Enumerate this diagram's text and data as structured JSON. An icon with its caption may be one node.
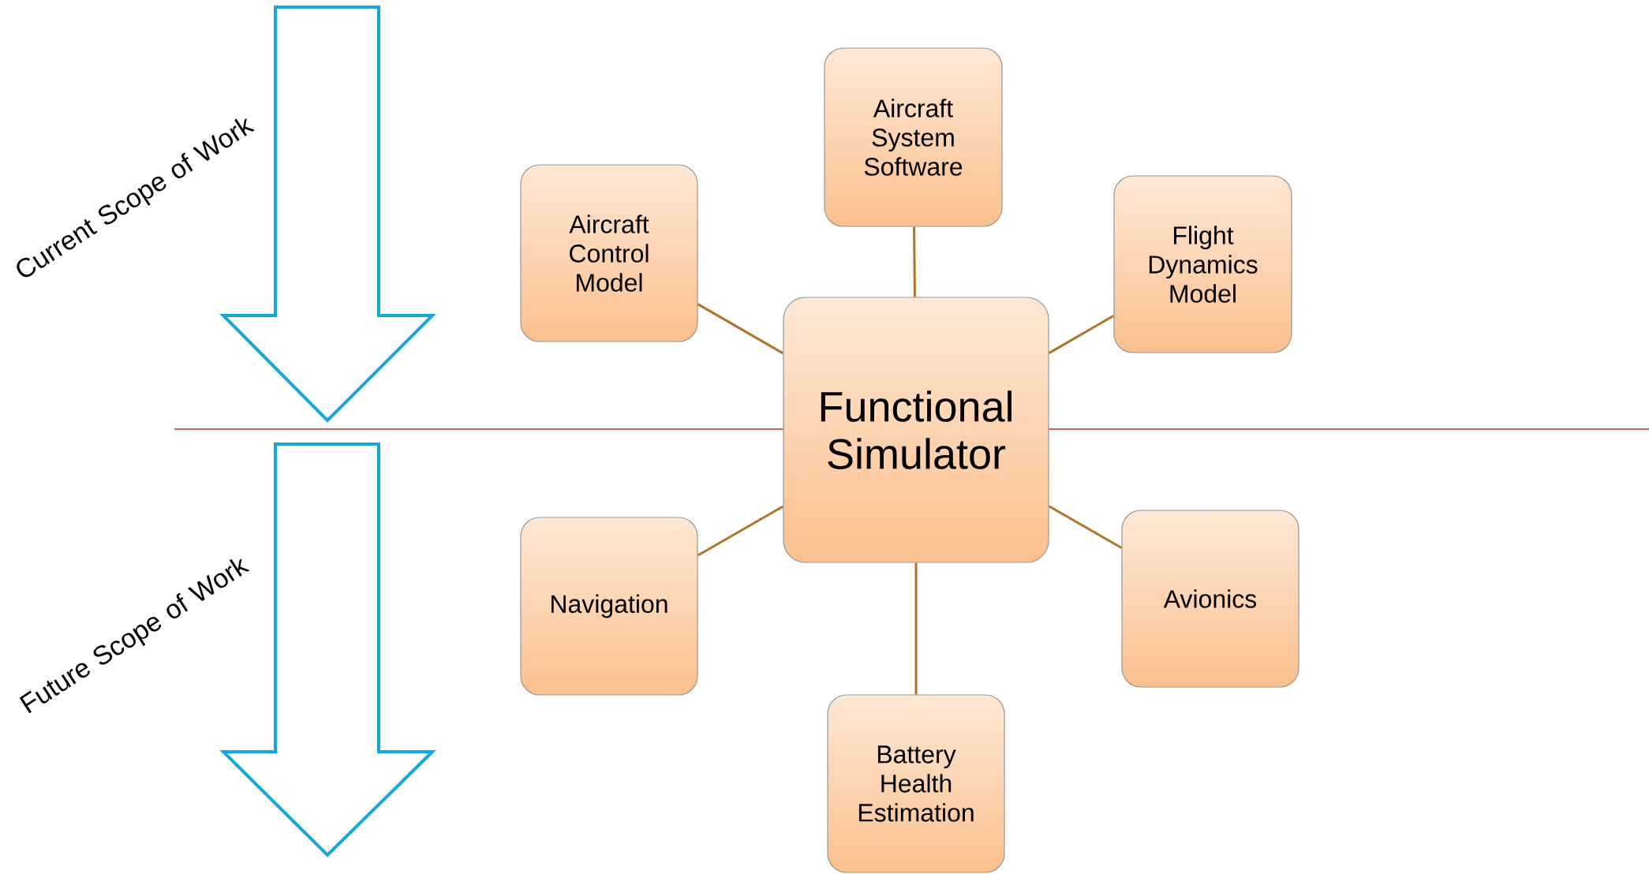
{
  "diagram": {
    "nodes": [
      {
        "text": [
          "Aircraft System Software"
        ]
      },
      {
        "text": [
          "Aircraft Control Model"
        ]
      },
      {
        "text": [
          "Flight Dynamics Model"
        ]
      },
      {
        "text": [
          "Functional Simulator"
        ]
      },
      {
        "text": [
          "Navigation"
        ]
      },
      {
        "text": [
          "Avionics"
        ]
      },
      {
        "text": [
          "Battery Health Estimation"
        ]
      }
    ],
    "edges": [
      {
        "from": 3,
        "to": 0,
        "arrow": "none"
      },
      {
        "from": 3,
        "to": 1,
        "arrow": "none"
      },
      {
        "from": 3,
        "to": 2,
        "arrow": "none"
      },
      {
        "from": 3,
        "to": 4,
        "arrow": "none"
      },
      {
        "from": 3,
        "to": 5,
        "arrow": "none"
      },
      {
        "from": 3,
        "to": 6,
        "arrow": "none"
      }
    ],
    "labels": [
      "Current Scope of Work",
      "Future Scope of Work"
    ]
  }
}
